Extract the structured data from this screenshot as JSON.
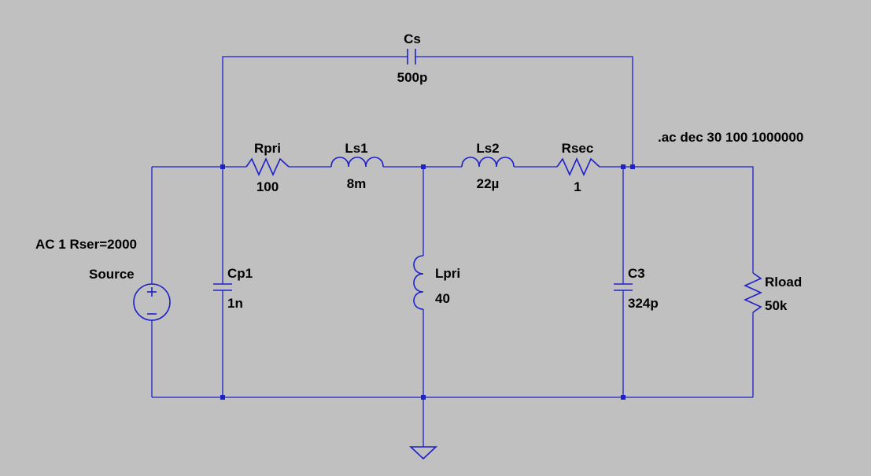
{
  "colors": {
    "background": "#c0c0c0",
    "wire": "#1e20c8",
    "text": "#000000"
  },
  "directive": ".ac dec 30 100 1000000",
  "source": {
    "name": "Source",
    "value": "AC 1 Rser=2000",
    "symbol": "voltage-source-icon"
  },
  "components": {
    "cs": {
      "name": "Cs",
      "value": "500p",
      "symbol": "capacitor-icon"
    },
    "rpri": {
      "name": "Rpri",
      "value": "100",
      "symbol": "resistor-icon"
    },
    "ls1": {
      "name": "Ls1",
      "value": "8m",
      "symbol": "inductor-icon"
    },
    "ls2": {
      "name": "Ls2",
      "value": "22µ",
      "symbol": "inductor-icon"
    },
    "rsec": {
      "name": "Rsec",
      "value": "1",
      "symbol": "resistor-icon"
    },
    "cp1": {
      "name": "Cp1",
      "value": "1n",
      "symbol": "capacitor-icon"
    },
    "lpri": {
      "name": "Lpri",
      "value": "40",
      "symbol": "inductor-icon"
    },
    "c3": {
      "name": "C3",
      "value": "324p",
      "symbol": "capacitor-icon"
    },
    "rload": {
      "name": "Rload",
      "value": "50k",
      "symbol": "resistor-icon"
    }
  },
  "ground": {
    "symbol": "ground-icon"
  }
}
